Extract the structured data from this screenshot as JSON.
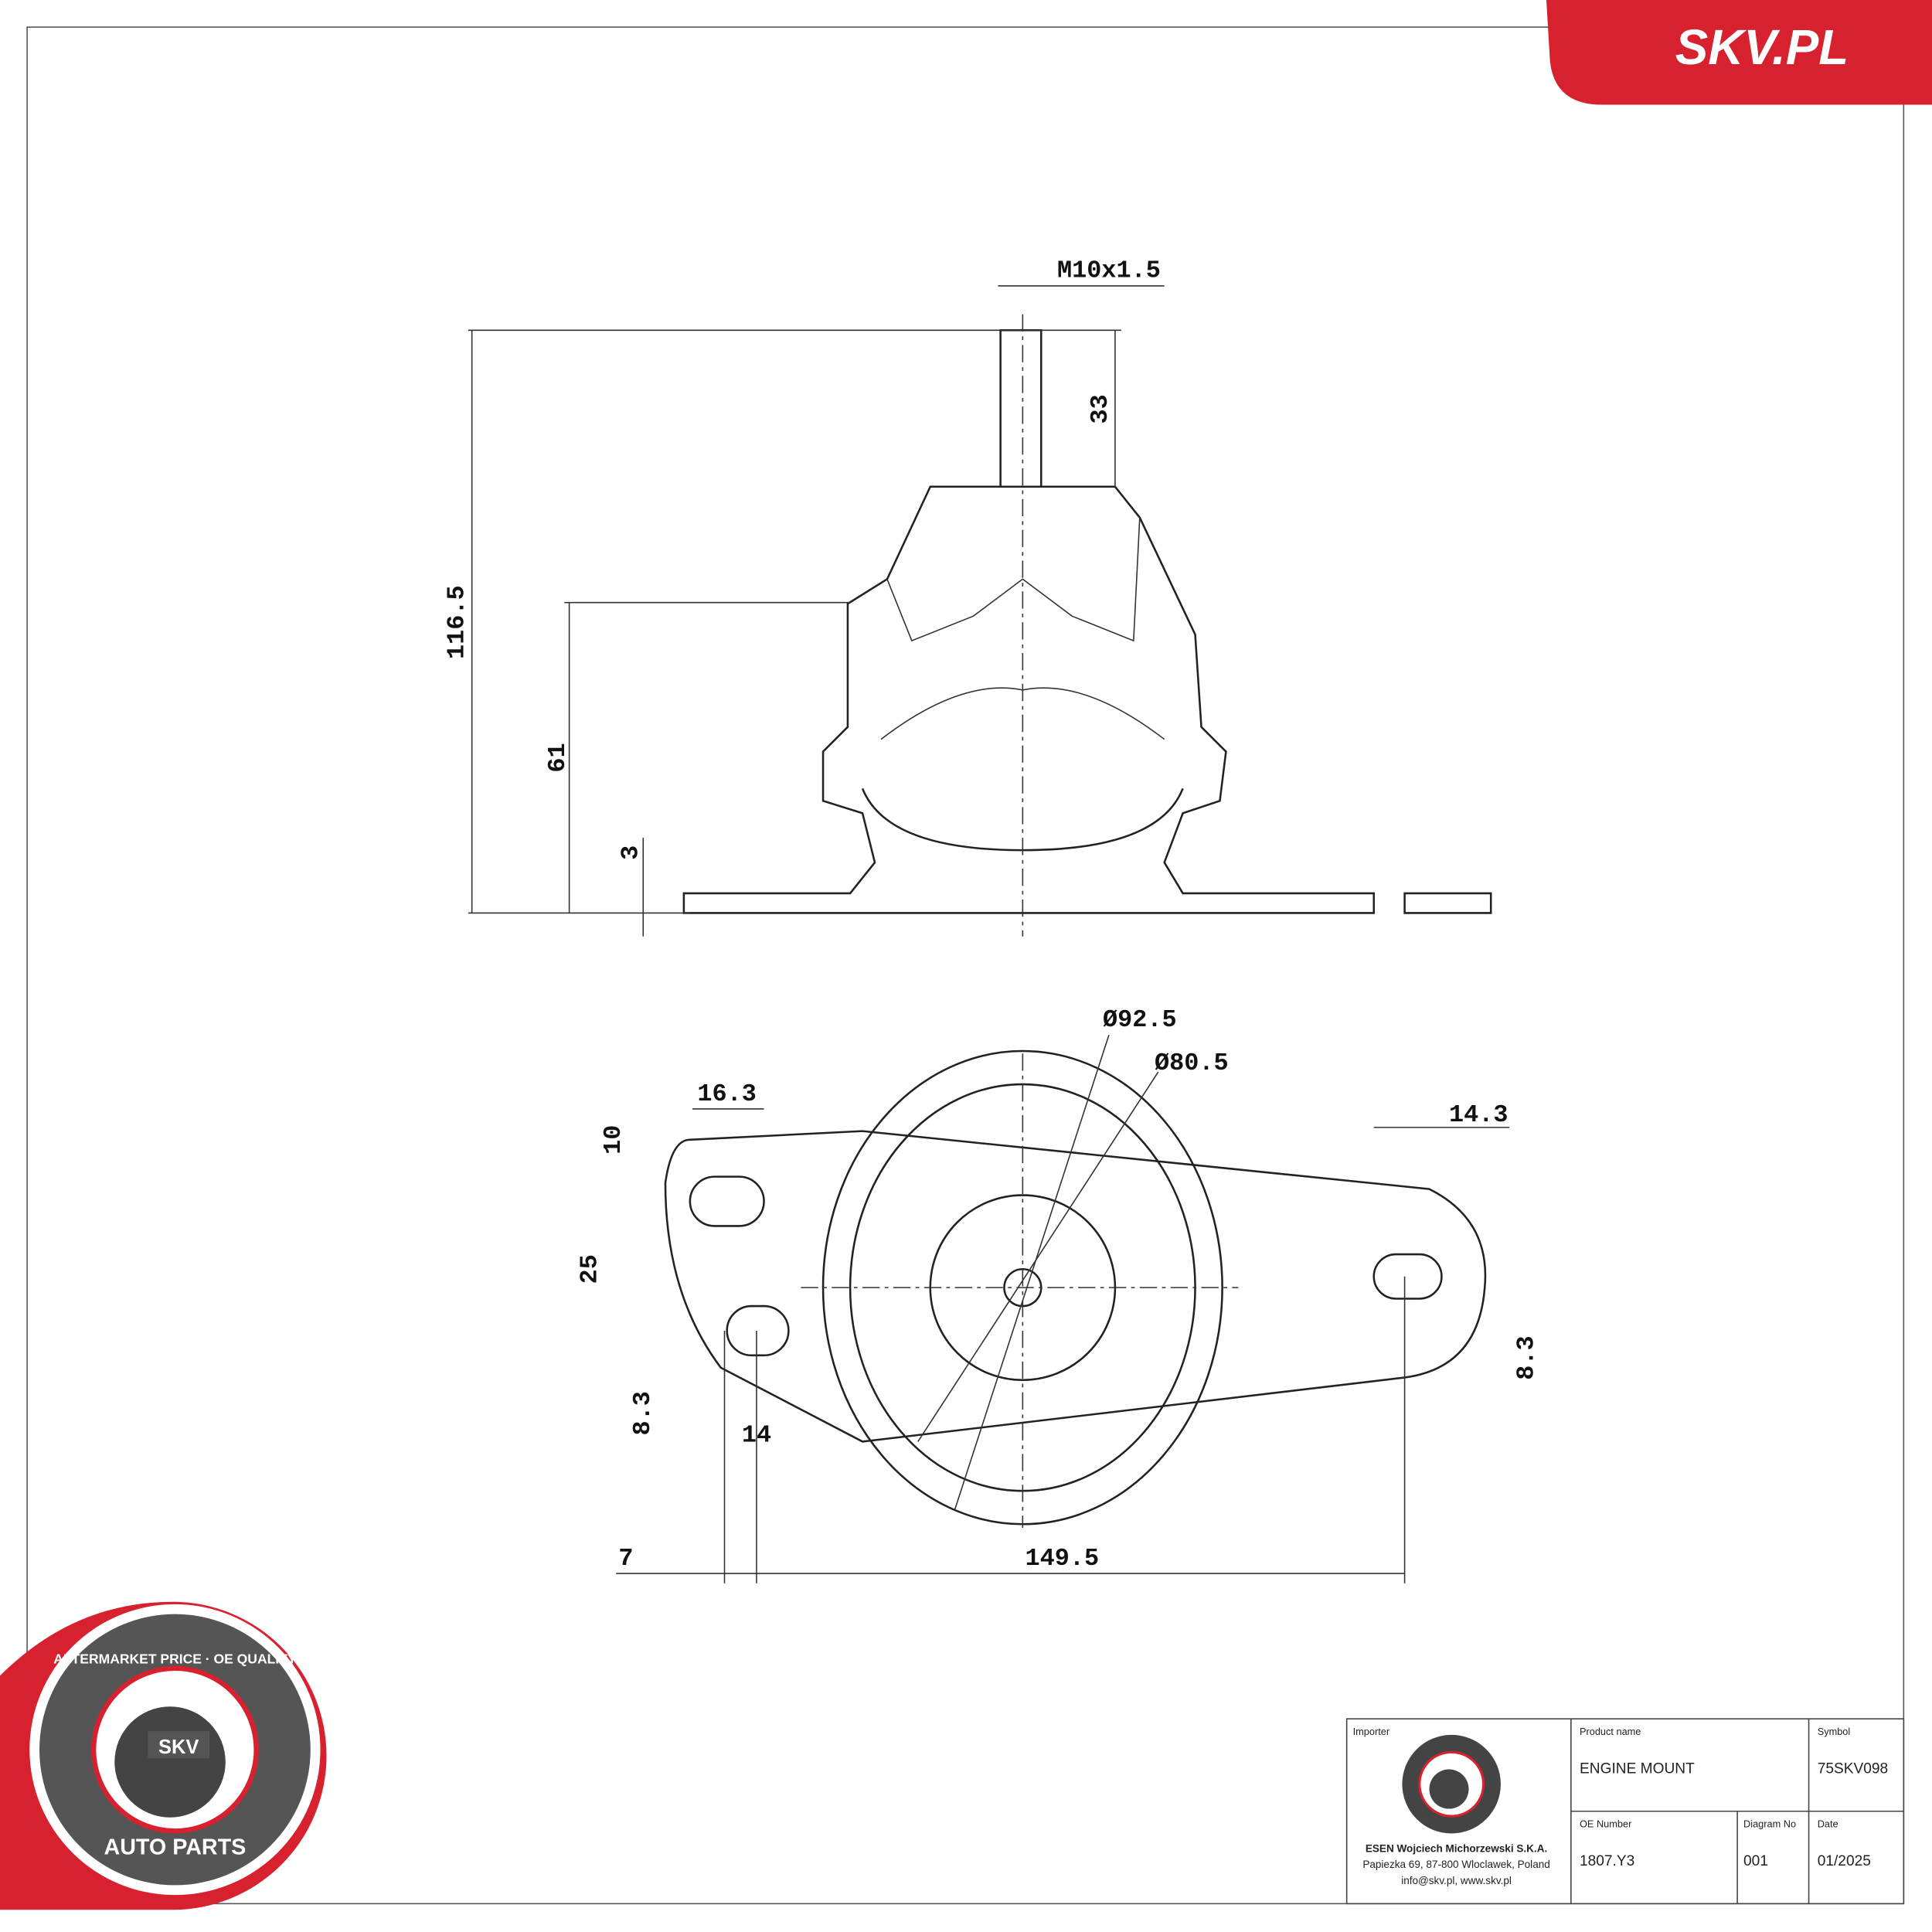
{
  "brand": {
    "site_logo": "SKV.PL",
    "brand_color": "#d7212f"
  },
  "badge": {
    "top_text": "AFTERMARKET PRICE · OE QUALITY",
    "center": "SKV",
    "bottom_text": "AUTO PARTS"
  },
  "dimensions": {
    "thread": "M10x1.5",
    "stud_height": "33",
    "total_height": "116.5",
    "body_height": "61",
    "plate_thickness": "3",
    "outer_diameter": "Ø92.5",
    "inner_diameter": "Ø80.5",
    "left_slot_offset": "16.3",
    "left_slot_width": "10",
    "slot_spacing": "25",
    "left_slot_dia": "8.3",
    "left_slot_length": "14",
    "left_edge": "7",
    "hole_spacing": "149.5",
    "right_slot_length": "14.3",
    "right_slot_dia": "8.3"
  },
  "title_block": {
    "importer_label": "Importer",
    "importer_name": "ESEN Wojciech Michorzewski S.K.A.",
    "importer_address": "Papiezka 69, 87-800 Wloclawek, Poland",
    "importer_contact": "info@skv.pl, www.skv.pl",
    "product_name_label": "Product name",
    "product_name": "ENGINE MOUNT",
    "symbol_label": "Symbol",
    "symbol": "75SKV098",
    "oe_number_label": "OE Number",
    "oe_number": "1807.Y3",
    "diagram_no_label": "Diagram No",
    "diagram_no": "001",
    "date_label": "Date",
    "date": "01/2025"
  }
}
